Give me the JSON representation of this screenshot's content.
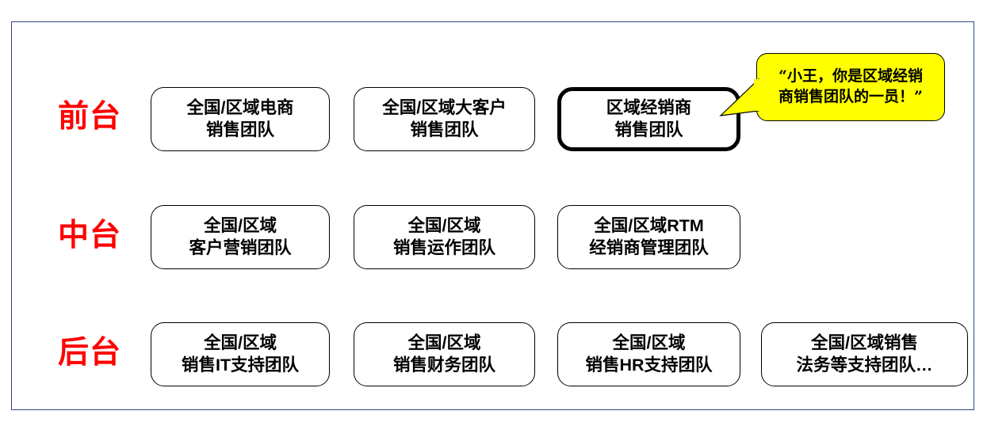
{
  "slide": {
    "frame_border_color": "#2E4A7D",
    "background": "#ffffff",
    "accent_red": "#FF0000",
    "highlight_fill": "#FFFF00"
  },
  "tiers": [
    {
      "label": "前台"
    },
    {
      "label": "中台"
    },
    {
      "label": "后台"
    }
  ],
  "rows": [
    {
      "tier": "前台",
      "boxes": [
        {
          "line1": "全国/区域电商",
          "line2": "销售团队",
          "highlighted": false
        },
        {
          "line1": "全国/区域大客户",
          "line2": "销售团队",
          "highlighted": false
        },
        {
          "line1": "区域经销商",
          "line2": "销售团队",
          "highlighted": true
        }
      ]
    },
    {
      "tier": "中台",
      "boxes": [
        {
          "line1": "全国/区域",
          "line2": "客户营销团队",
          "highlighted": false
        },
        {
          "line1": "全国/区域",
          "line2": "销售运作团队",
          "highlighted": false
        },
        {
          "line1": "全国/区域RTM",
          "line2": "经销商管理团队",
          "highlighted": false
        }
      ]
    },
    {
      "tier": "后台",
      "boxes": [
        {
          "line1": "全国/区域",
          "line2": "销售IT支持团队",
          "highlighted": false
        },
        {
          "line1": "全国/区域",
          "line2": "销售财务团队",
          "highlighted": false
        },
        {
          "line1": "全国/区域",
          "line2": "销售HR支持团队",
          "highlighted": false
        },
        {
          "line1": "全国/区域销售",
          "line2": "法务等支持团队…",
          "highlighted": false
        }
      ]
    }
  ],
  "callout": {
    "line1": "“小王，你是区域经销",
    "line2": "商销售团队的一员！”",
    "fill": "#FFFF00",
    "points_to": "区域经销商销售团队"
  }
}
